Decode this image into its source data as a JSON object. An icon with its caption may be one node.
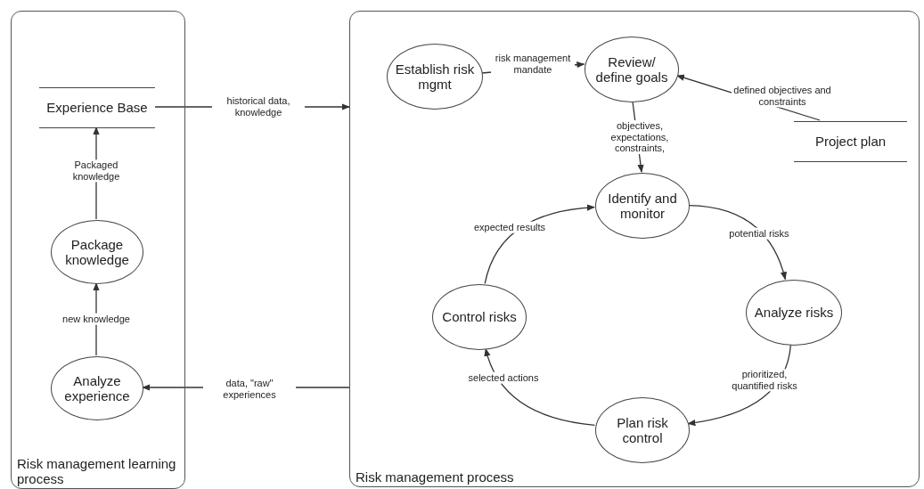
{
  "diagram": {
    "nodes": [
      {
        "text": [
          "Risk management learning process"
        ]
      },
      {
        "text": [
          "Experience Base"
        ],
        "in": 0
      },
      {
        "text": [
          "Package knowledge"
        ],
        "in": 0
      },
      {
        "text": [
          "Analyze experience"
        ],
        "in": 0
      },
      {
        "text": [
          "Risk management process"
        ]
      },
      {
        "text": [
          "Establish risk mgmt"
        ],
        "in": 4
      },
      {
        "text": [
          "Review/ define goals"
        ],
        "in": 4
      },
      {
        "text": [
          "Identify and monitor"
        ],
        "in": 4
      },
      {
        "text": [
          "Analyze risks"
        ],
        "in": 4
      },
      {
        "text": [
          "Plan risk control"
        ],
        "in": 4
      },
      {
        "text": [
          "Control risks"
        ],
        "in": 4
      },
      {
        "text": [
          "Project plan"
        ],
        "in": 4
      }
    ],
    "edges": [
      {
        "from": 1,
        "to": 4,
        "arrow": "to",
        "label": "historical data, knowledge"
      },
      {
        "from": 4,
        "to": 3,
        "arrow": "to",
        "label": "data, \"raw\" experiences"
      },
      {
        "from": 3,
        "to": 2,
        "arrow": "to",
        "label": "new knowledge"
      },
      {
        "from": 2,
        "to": 1,
        "arrow": "to",
        "label": "Packaged knowledge"
      },
      {
        "from": 5,
        "to": 6,
        "arrow": "to",
        "label": "risk management mandate"
      },
      {
        "from": 11,
        "to": 6,
        "arrow": "to",
        "label": "defined objectives and constraints"
      },
      {
        "from": 6,
        "to": 7,
        "arrow": "to",
        "label": "objectives, expectations, constraints,"
      },
      {
        "from": 7,
        "to": 8,
        "arrow": "to",
        "label": "potential risks"
      },
      {
        "from": 8,
        "to": 9,
        "arrow": "to",
        "label": "prioritized, quantified risks"
      },
      {
        "from": 9,
        "to": 10,
        "arrow": "to",
        "label": "selected actions"
      },
      {
        "from": 10,
        "to": 7,
        "arrow": "to",
        "label": "expected results"
      }
    ]
  }
}
